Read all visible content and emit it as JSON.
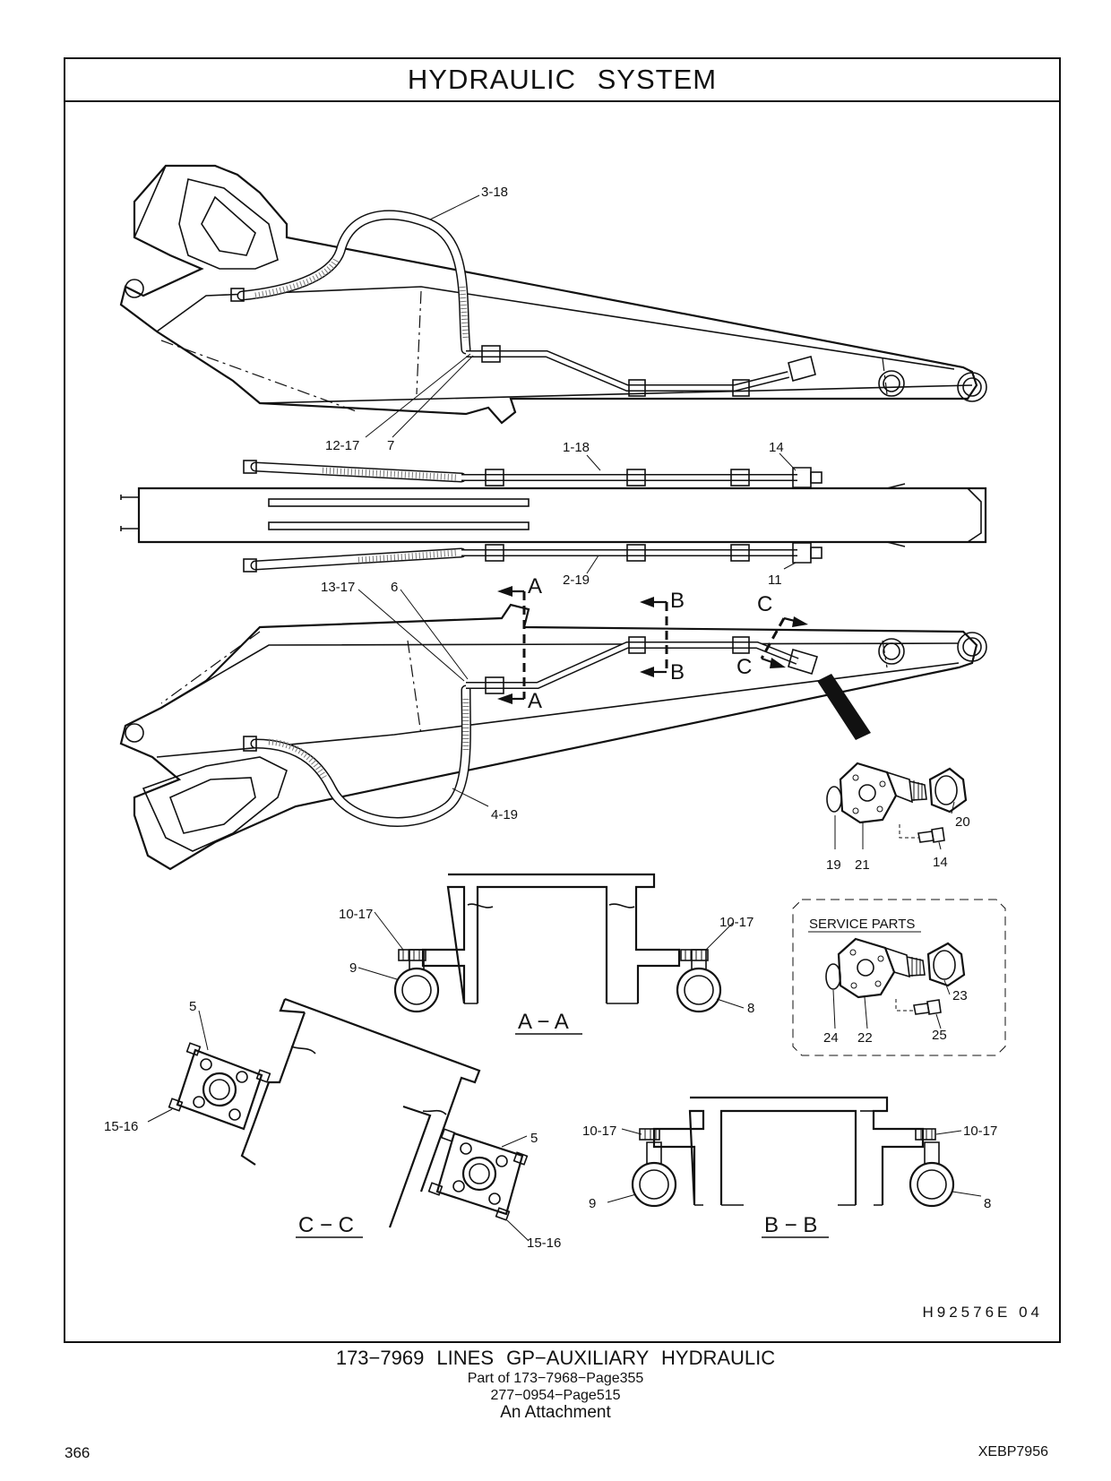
{
  "header": {
    "title": "HYDRAULIC   SYSTEM"
  },
  "callouts": {
    "c3_18": "3-18",
    "c12_17": "12-17",
    "c7": "7",
    "c1_18": "1-18",
    "c14a": "14",
    "c2_19": "2-19",
    "c11": "11",
    "c13_17": "13-17",
    "c6": "6",
    "c4_19": "4-19",
    "c19": "19",
    "c21": "21",
    "c14b": "14",
    "c20": "20",
    "c10_17a": "10-17",
    "c9a": "9",
    "c10_17b": "10-17",
    "c8a": "8",
    "c5a": "5",
    "c15_16a": "15-16",
    "c5b": "5",
    "c15_16b": "15-16",
    "c10_17c": "10-17",
    "c9b": "9",
    "c10_17d": "10-17",
    "c8b": "8",
    "c23": "23",
    "c24": "24",
    "c22": "22",
    "c25": "25"
  },
  "section_marks": {
    "a": "A",
    "b": "B",
    "c": "C"
  },
  "section_titles": {
    "aa": "A − A",
    "bb": "B − B",
    "cc": "C − C"
  },
  "service_parts": {
    "label": "SERVICE PARTS"
  },
  "figure_code": "H92576E   04",
  "caption": {
    "main": "173−7969  LINES GP−AUXILIARY HYDRAULIC",
    "sub1": "Part of 173−7968−Page355",
    "sub2": "277−0954−Page515",
    "sub3": "An Attachment"
  },
  "footer": {
    "page_number": "366",
    "doc_number": "XEBP7956"
  }
}
